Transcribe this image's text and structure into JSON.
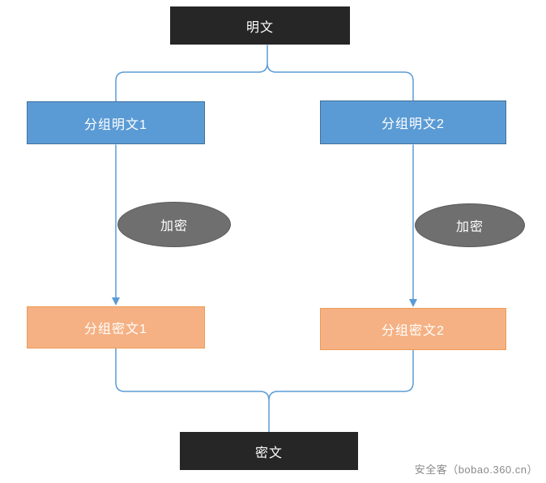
{
  "diagram": {
    "plaintext_label": "明文",
    "ciphertext_label": "密文",
    "blocks": {
      "plain1": "分组明文1",
      "plain2": "分组明文2",
      "cipher1": "分组密文1",
      "cipher2": "分组密文2"
    },
    "encrypt_left": "加密",
    "encrypt_right": "加密"
  },
  "watermark": "安全客（bobao.360.cn）",
  "colors": {
    "box_dark": "#262626",
    "block_blue": "#5b9bd5",
    "block_blue_border": "#41719c",
    "block_orange": "#f5b183",
    "block_orange_border": "#ed9a56",
    "ellipse_gray": "#6f6f6f",
    "ellipse_gray_border": "#595959",
    "connector": "#5b9bd5",
    "watermark_gray": "#8a8a8a"
  }
}
